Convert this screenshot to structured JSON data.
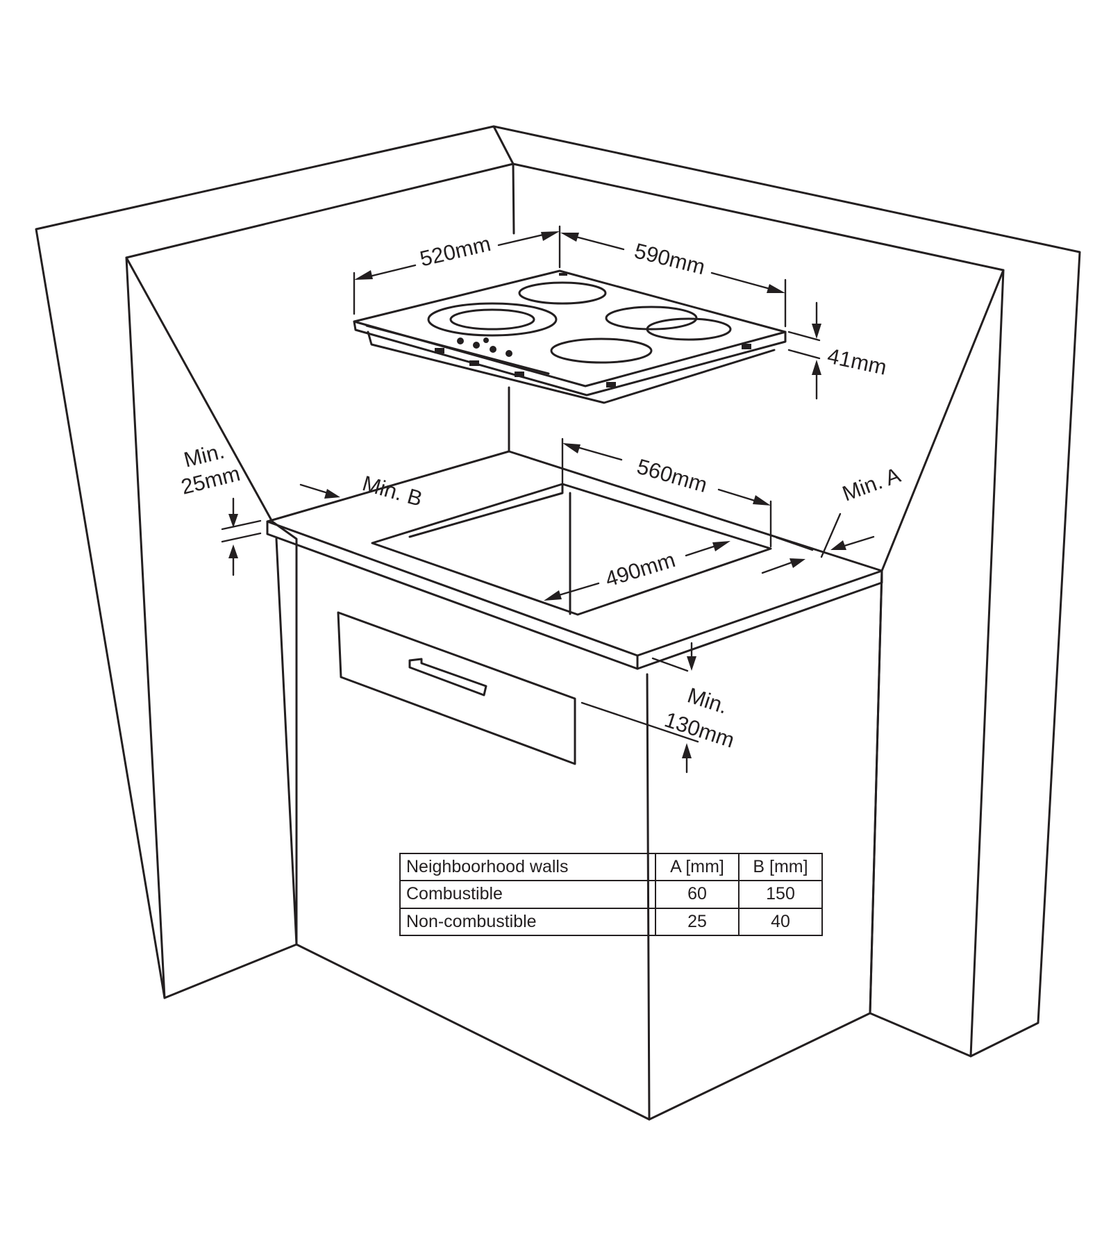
{
  "labels": {
    "hob_depth": "520mm",
    "hob_width": "590mm",
    "hob_height": "41mm",
    "cutout_width": "560mm",
    "cutout_depth": "490mm",
    "min_a": "Min. A",
    "min_b": "Min. B",
    "min_25_line1": "Min.",
    "min_25_line2": "25mm",
    "min_130_line1": "Min.",
    "min_130_line2": "130mm"
  },
  "table": {
    "headers": [
      "Neighboorhood walls",
      "A [mm]",
      "B [mm]"
    ],
    "rows": [
      [
        "Combustible",
        "60",
        "150"
      ],
      [
        "Non-combustible",
        "25",
        "40"
      ]
    ]
  },
  "colors": {
    "line": "#231f20",
    "background": "#ffffff"
  }
}
